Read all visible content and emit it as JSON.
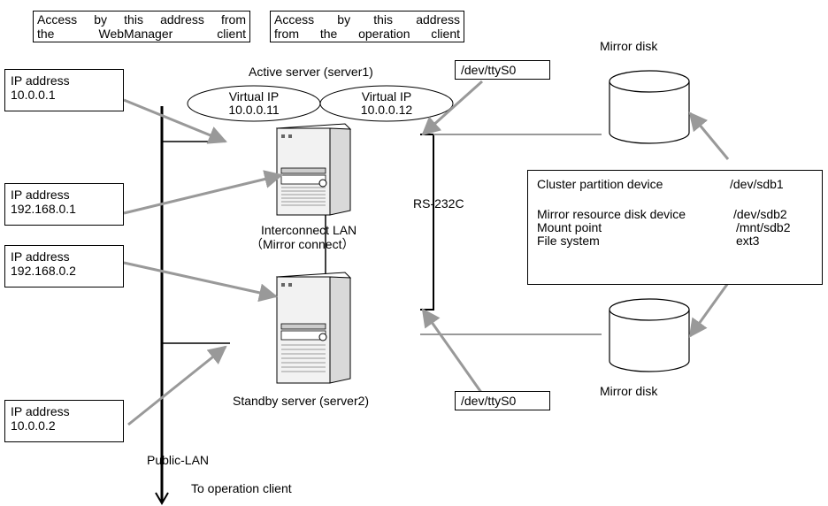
{
  "notes": {
    "webmanager": [
      "Access by this address from",
      "the WebManager client"
    ],
    "operation": [
      "Access by this address",
      "from the operation client"
    ]
  },
  "labels": {
    "active_server": "Active server (server1)",
    "standby_server": "Standby server (server2)",
    "mirror_disk_top": "Mirror disk",
    "mirror_disk_bottom": "Mirror disk",
    "tty_top": "/dev/ttyS0",
    "tty_bottom": "/dev/ttyS0",
    "rs232c": "RS-232C",
    "interconnect": "Interconnect LAN",
    "mirror_connect": "（Mirror connect）",
    "public_lan": "Public-LAN",
    "to_operation_client": "To operation client"
  },
  "virtual_ips": [
    {
      "label": "Virtual IP",
      "address": "10.0.0.11"
    },
    {
      "label": "Virtual IP",
      "address": "10.0.0.12"
    }
  ],
  "ip_boxes": [
    {
      "label": "IP address",
      "address": "10.0.0.1"
    },
    {
      "label": "IP address",
      "address": "192.168.0.1"
    },
    {
      "label": "IP address",
      "address": "192.168.0.2"
    },
    {
      "label": "IP address",
      "address": "10.0.0.2"
    }
  ],
  "info": {
    "cluster_partition": {
      "key": "Cluster partition device",
      "value": "/dev/sdb1"
    },
    "rows": [
      {
        "key": "Mirror resource disk device",
        "value": "/dev/sdb2"
      },
      {
        "key": "Mount point",
        "value": "/mnt/sdb2"
      },
      {
        "key": "File system",
        "value": "ext3"
      }
    ]
  },
  "colors": {
    "arrow": "#999999",
    "line": "#000000",
    "server_body": "#f2f2f2",
    "server_shade": "#cccccc"
  }
}
